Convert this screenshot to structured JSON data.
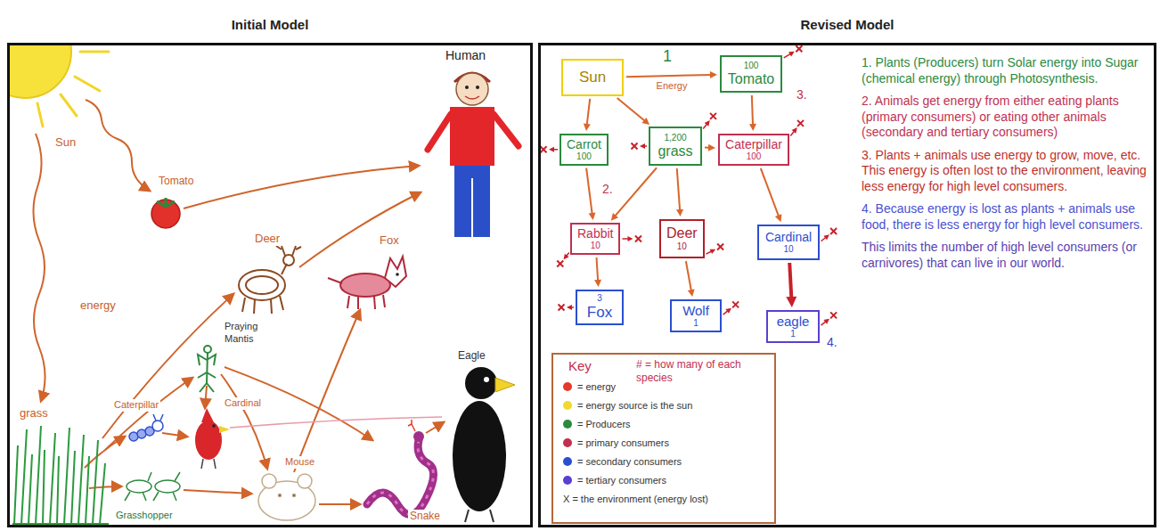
{
  "diagram": {
    "nodes": [
      {
        "text": [
          "Initial Model"
        ]
      },
      {
        "text": [
          "Revised Model"
        ]
      },
      {
        "text": [
          "Sun"
        ],
        "in": 1
      },
      {
        "text": [
          "100",
          "Tomato"
        ],
        "in": 1
      },
      {
        "text": [
          "Carrot",
          "100"
        ],
        "in": 1
      },
      {
        "text": [
          "1,200",
          "grass"
        ],
        "in": 1
      },
      {
        "text": [
          "Caterpillar",
          "100"
        ],
        "in": 1
      },
      {
        "text": [
          "Rabbit",
          "10"
        ],
        "in": 1
      },
      {
        "text": [
          "Deer",
          "10"
        ],
        "in": 1
      },
      {
        "text": [
          "Cardinal",
          "10"
        ],
        "in": 1
      },
      {
        "text": [
          "3",
          "Fox"
        ],
        "in": 1
      },
      {
        "text": [
          "Wolf",
          "1"
        ],
        "in": 1
      },
      {
        "text": [
          "eagle",
          "1"
        ],
        "in": 1
      }
    ],
    "edges": [
      {
        "from": 2,
        "to": 3,
        "arrow": "to",
        "label": "Energy"
      },
      {
        "from": 2,
        "to": 4,
        "arrow": "to"
      },
      {
        "from": 2,
        "to": 5,
        "arrow": "to"
      },
      {
        "from": 3,
        "to": 6,
        "arrow": "to"
      },
      {
        "from": 5,
        "to": 6,
        "arrow": "to"
      },
      {
        "from": 4,
        "to": 7,
        "arrow": "to"
      },
      {
        "from": 5,
        "to": 7,
        "arrow": "to"
      },
      {
        "from": 5,
        "to": 8,
        "arrow": "to"
      },
      {
        "from": 6,
        "to": 9,
        "arrow": "to"
      },
      {
        "from": 7,
        "to": 10,
        "arrow": "to"
      },
      {
        "from": 8,
        "to": 11,
        "arrow": "to"
      },
      {
        "from": 9,
        "to": 12,
        "arrow": "to"
      }
    ],
    "labels": [
      "Sun",
      "Tomato",
      "Human",
      "Deer",
      "Fox",
      "energy",
      "Praying Mantis",
      "grass",
      "Caterpillar",
      "Cardinal",
      "Mouse",
      "Snake",
      "Eagle",
      "Grasshopper",
      "1",
      "2.",
      "3.",
      "4.",
      "Key",
      "# = how many of each species",
      "1. Plants (Producers) turn Solar energy into Sugar (chemical energy) through Photosynthesis.",
      "2. Animals get energy from either eating plants (primary consumers) or eating other animals (secondary and tertiary consumers)",
      "3. Plants + animals use energy to grow, move, etc. This energy is often lost to the environment, leaving less energy for high level consumers.",
      "4. Because energy is lost as plants + animals use food, there is less energy for high level consumers.",
      "This limits the number of high level consumers (or carnivores) that can live in our world."
    ],
    "legend": [
      {
        "text": "= energy",
        "color": "#e5392b"
      },
      {
        "text": "= energy source is the sun",
        "color": "#f2d92c"
      },
      {
        "text": "= Producers",
        "color": "#2b8a3e"
      },
      {
        "text": "= primary consumers",
        "color": "#c2304f"
      },
      {
        "text": "= secondary consumers",
        "color": "#2b4fd1"
      },
      {
        "text": "= tertiary consumers",
        "color": "#5b3fd0"
      },
      {
        "text": "X = the environment (energy lost)"
      }
    ]
  }
}
